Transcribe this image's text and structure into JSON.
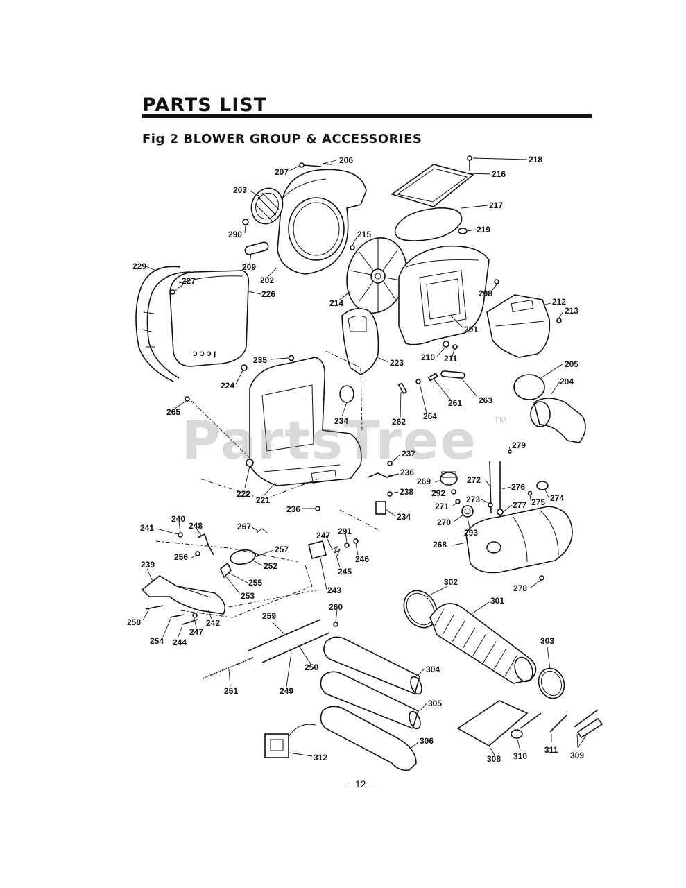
{
  "header": {
    "title": "PARTS  LIST",
    "figure_title": "Fig 2  BLOWER  GROUP  &  ACCESSORIES"
  },
  "watermark": {
    "text": "PartsTree",
    "tm": "TM"
  },
  "footer": {
    "page_number": "—12—"
  },
  "callouts": [
    "206",
    "207",
    "218",
    "216",
    "203",
    "217",
    "219",
    "290",
    "215",
    "209",
    "229",
    "202",
    "208",
    "227",
    "226",
    "214",
    "212",
    "213",
    "201",
    "223",
    "210",
    "211",
    "235",
    "205",
    "224",
    "204",
    "263",
    "261",
    "264",
    "262",
    "234",
    "265",
    "279",
    "237",
    "236",
    "269",
    "272",
    "276",
    "274",
    "292",
    "273",
    "238",
    "222",
    "221",
    "275",
    "271",
    "277",
    "236",
    "234",
    "270",
    "293",
    "240",
    "267",
    "241",
    "248",
    "247",
    "291",
    "268",
    "256",
    "257",
    "246",
    "245",
    "252",
    "239",
    "255",
    "278",
    "243",
    "253",
    "302",
    "301",
    "260",
    "258",
    "259",
    "242",
    "254",
    "247",
    "244",
    "303",
    "250",
    "304",
    "251",
    "249",
    "305",
    "309",
    "308",
    "311",
    "310",
    "306",
    "312"
  ]
}
